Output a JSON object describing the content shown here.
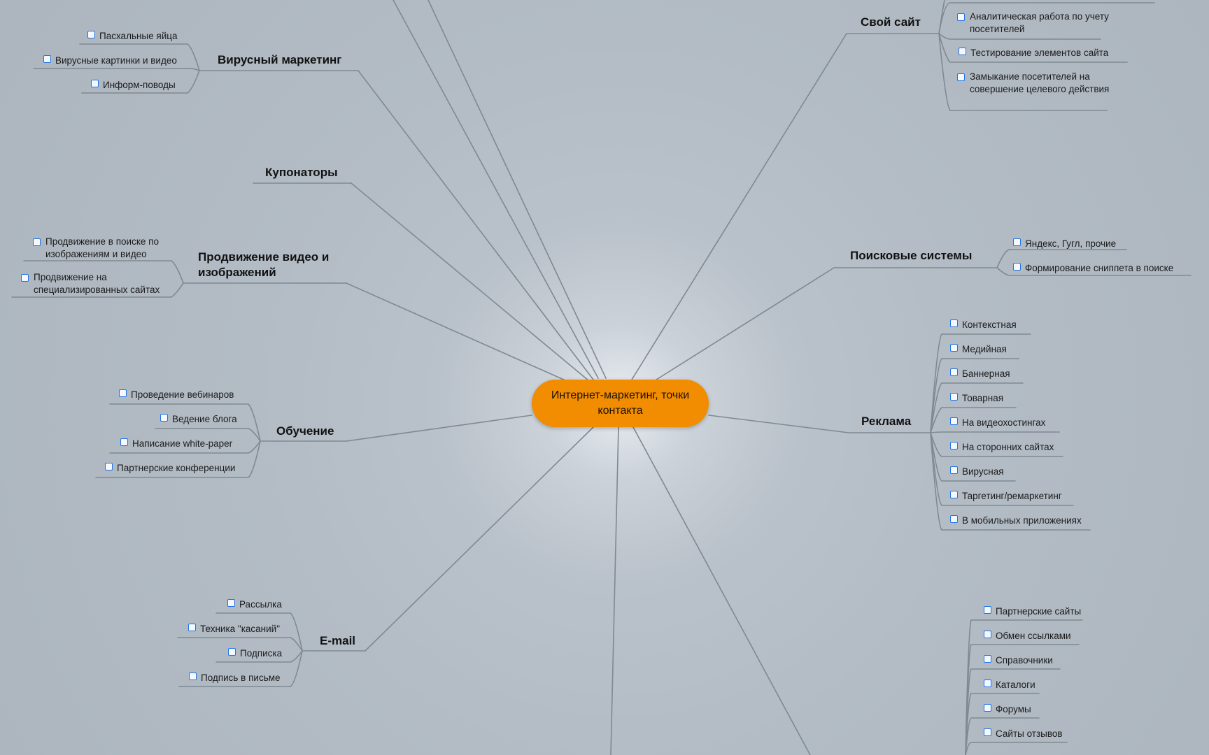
{
  "center": {
    "label": "Интернет-маркетинг, точки контакта",
    "color": "#f28c00"
  },
  "colors": {
    "line": "#7f8992",
    "checkbox": "#1e74e6"
  },
  "branches": {
    "viral": {
      "label": "Вирусный маркетинг",
      "items": [
        "Пасхальные яйца",
        "Вирусные картинки и видео",
        "Информ-поводы"
      ]
    },
    "coupons": {
      "label": "Купонаторы"
    },
    "video": {
      "label": "Продвижение видео и изображений",
      "items": [
        "Продвижение в поиске по изображениям и видео",
        "Продвижение на специализированных сайтах"
      ]
    },
    "education": {
      "label": "Обучение",
      "items": [
        "Проведение вебинаров",
        "Ведение блога",
        "Написание white-paper",
        "Партнерские конференции"
      ]
    },
    "email": {
      "label": "E-mail",
      "items": [
        "Рассылка",
        "Техника \"касаний\"",
        "Подписка",
        "Подпись в письме"
      ]
    },
    "site": {
      "label": "Свой сайт",
      "items": [
        "Аналитическая работа по учету посетителей",
        "Тестирование элементов сайта",
        "Замыкание посетителей на совершение целевого действия"
      ]
    },
    "search": {
      "label": "Поисковые системы",
      "items": [
        "Яндекс, Гугл, прочие",
        "Формирование сниппета в поиске"
      ]
    },
    "ads": {
      "label": "Реклама",
      "items": [
        "Контекстная",
        "Медийная",
        "Баннерная",
        "Товарная",
        "На видеохостингах",
        "На сторонних сайтах",
        "Вирусная",
        "Таргетинг/ремаркетинг",
        "В мобильных приложениях"
      ]
    },
    "links": {
      "items": [
        "Партнерские сайты",
        "Обмен ссылками",
        "Справочники",
        "Каталоги",
        "Форумы",
        "Сайты отзывов"
      ]
    }
  }
}
